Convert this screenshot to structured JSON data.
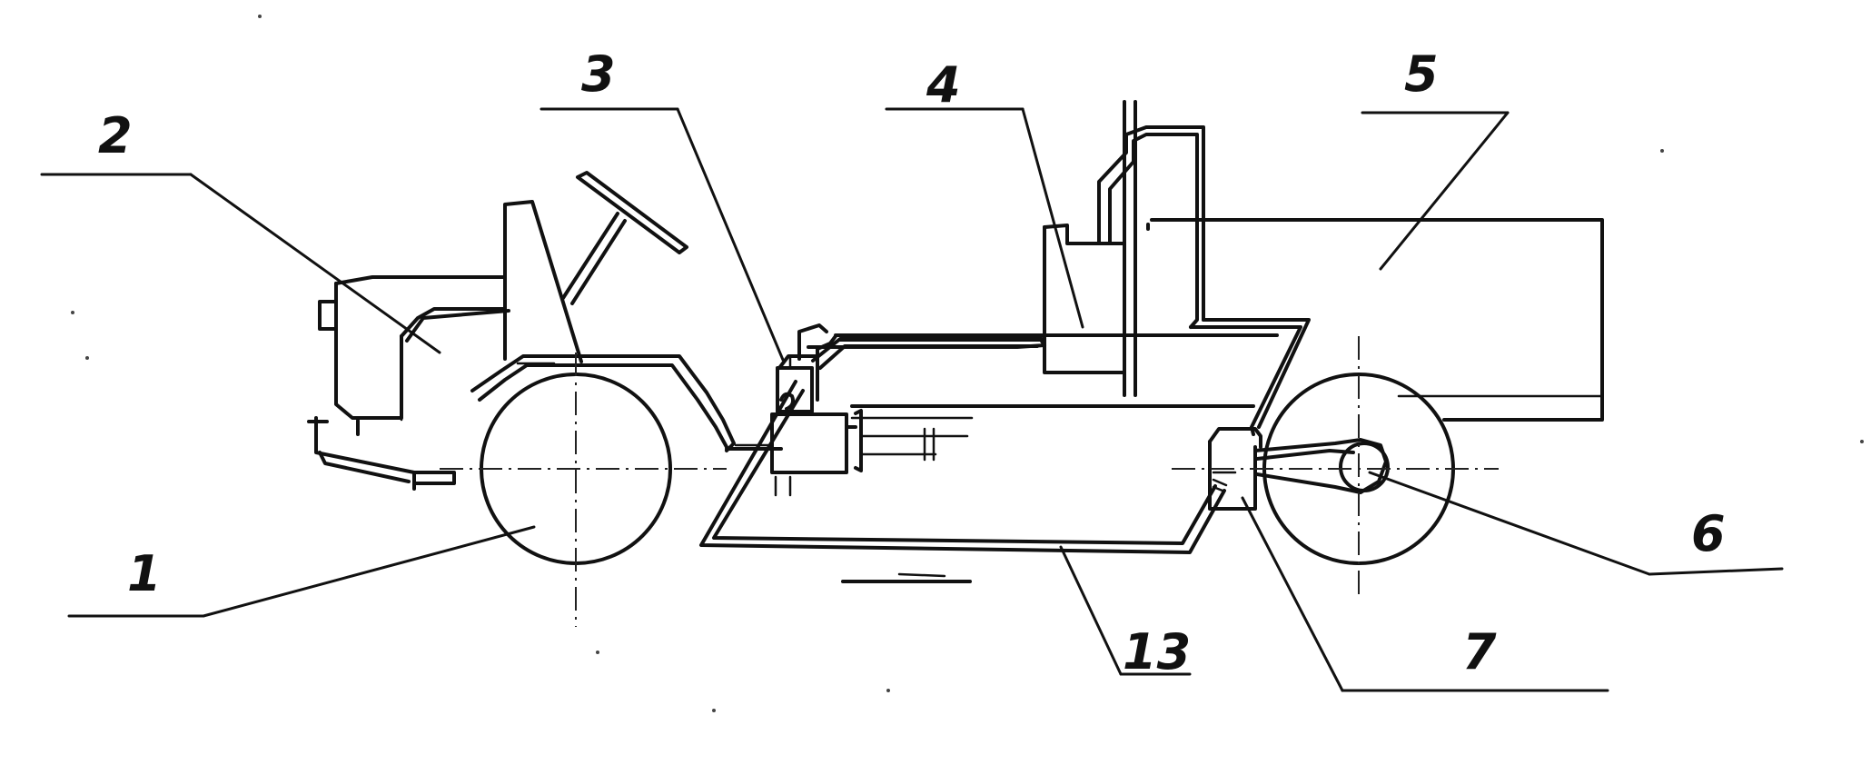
{
  "labels": [
    {
      "id": "label-1",
      "text": "1"
    },
    {
      "id": "label-2",
      "text": "2"
    },
    {
      "id": "label-3",
      "text": "3"
    },
    {
      "id": "label-4",
      "text": "4"
    },
    {
      "id": "label-5",
      "text": "5"
    },
    {
      "id": "label-6",
      "text": "6"
    },
    {
      "id": "label-7",
      "text": "7"
    },
    {
      "id": "label-13",
      "text": "13"
    }
  ]
}
